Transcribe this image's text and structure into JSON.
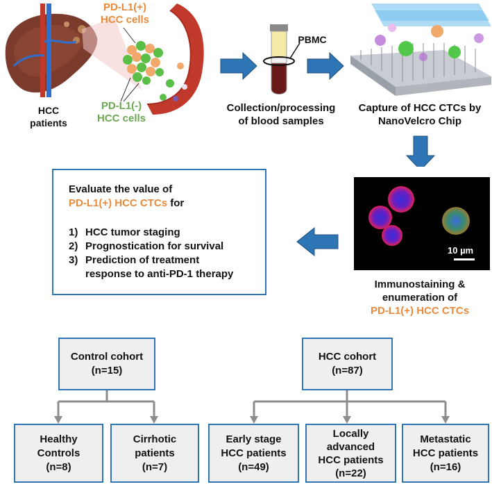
{
  "top": {
    "hcc_patients": [
      "HCC",
      "patients"
    ],
    "pdl1_pos": [
      "PD-L1(+)",
      "HCC cells"
    ],
    "pdl1_neg": [
      "PD-L1(-)",
      "HCC cells"
    ],
    "pbmc": "PBMC",
    "collection": [
      "Collection/processing",
      "of blood samples"
    ],
    "capture": [
      "Capture of HCC CTCs by",
      "NanoVelcro Chip"
    ]
  },
  "evaluate": {
    "line1": "Evaluate the value of",
    "line2": "PD-L1(+) HCC CTCs",
    "line2_suffix": " for",
    "items": [
      {
        "num": "1)",
        "text": "HCC tumor staging"
      },
      {
        "num": "2)",
        "text": "Prognostication for survival"
      },
      {
        "num": "3)",
        "text": "Prediction of treatment response to anti-PD-1 therapy"
      }
    ]
  },
  "micrograph": {
    "scale": "10 µm",
    "caption": [
      "Immunostaining &",
      "enumeration of"
    ],
    "caption_highlight": "PD-L1(+) HCC CTCs"
  },
  "cohorts": {
    "control": [
      "Control cohort",
      "(n=15)"
    ],
    "hcc": [
      "HCC cohort",
      "(n=87)"
    ],
    "healthy": [
      "Healthy",
      "Controls",
      "(n=8)"
    ],
    "cirrhotic": [
      "Cirrhotic",
      "patients",
      "(n=7)"
    ],
    "early": [
      "Early stage",
      "HCC patients",
      "(n=49)"
    ],
    "locally": [
      "Locally",
      "advanced",
      "HCC patients",
      "(n=22)"
    ],
    "metastatic": [
      "Metastatic",
      "HCC patients",
      "(n=16)"
    ]
  },
  "colors": {
    "blue": "#2e75b6",
    "orange": "#e98a3a",
    "green": "#6aa84f",
    "box_fill": "#efefef",
    "connector": "#8c8c8c"
  }
}
